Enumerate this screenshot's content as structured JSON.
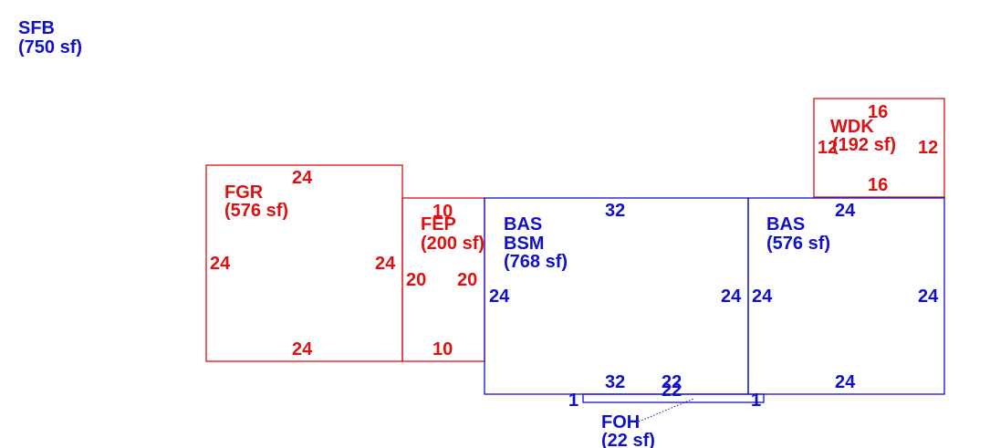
{
  "colors": {
    "main": "#1010cc",
    "addition": "#dd1111"
  },
  "summary": {
    "code": "SFB",
    "area": "(750 sf)"
  },
  "areas": {
    "fgr": {
      "code": "FGR",
      "area": "(576 sf)",
      "top": "24",
      "bottom": "24",
      "left": "24",
      "right": "24"
    },
    "fep": {
      "code": "FEP",
      "area": "(200 sf)",
      "top": "10",
      "bottom": "10",
      "left": "20",
      "right": "20"
    },
    "bas_bsm": {
      "code1": "BAS",
      "code2": "BSM",
      "area": "(768 sf)",
      "top": "32",
      "bottom": "32",
      "left": "24",
      "right": "24"
    },
    "bas": {
      "code": "BAS",
      "area": "(576 sf)",
      "top": "24",
      "bottom": "24",
      "left": "24",
      "right": "24"
    },
    "wdk": {
      "code": "WDK",
      "area": "(192 sf)",
      "top": "16",
      "bottom": "16",
      "left": "12",
      "right": "12"
    },
    "foh": {
      "code": "FOH",
      "area": "(22 sf)",
      "top": "22",
      "bottom": "22",
      "left": "1",
      "right": "1"
    }
  }
}
